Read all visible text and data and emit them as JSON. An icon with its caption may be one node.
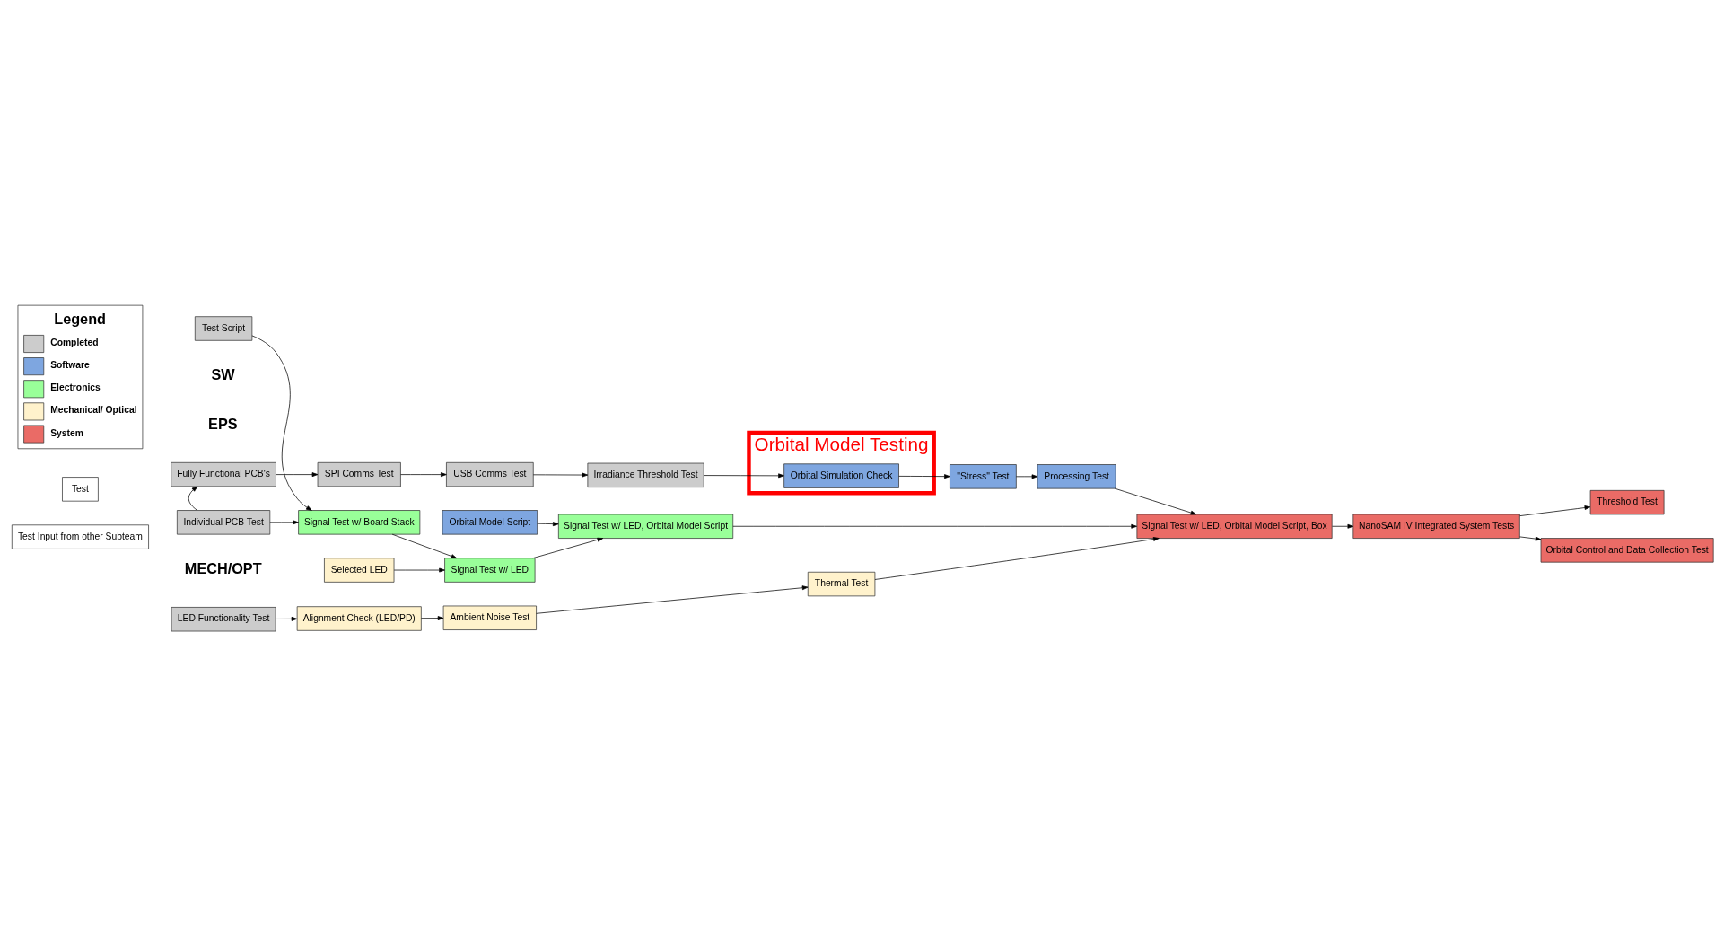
{
  "diagram": {
    "nodes": [
      {
        "text": [
          "Fully Functional PCB's"
        ]
      },
      {
        "text": [
          "SPI Comms Test"
        ]
      },
      {
        "text": [
          "USB Comms Test"
        ]
      },
      {
        "text": [
          "Irradiance Threshold Test"
        ]
      },
      {
        "text": [
          "Orbital Model Testing"
        ]
      },
      {
        "text": [
          "Orbital Simulation Check"
        ],
        "in": 4
      },
      {
        "text": [
          "\"Stress\" Test"
        ]
      },
      {
        "text": [
          "Processing Test"
        ]
      },
      {
        "text": [
          "Test Script"
        ]
      },
      {
        "text": [
          "Orbital Model Script"
        ]
      },
      {
        "text": [
          "Individual PCB Test"
        ]
      },
      {
        "text": [
          "Signal Test w/ Board Stack"
        ]
      },
      {
        "text": [
          "Signal Test w/ LED"
        ]
      },
      {
        "text": [
          "Signal Test w/ LED, Orbital Model Script"
        ]
      },
      {
        "text": [
          "Signal Test w/ LED, Orbital Model Script, Box"
        ]
      },
      {
        "text": [
          "Threshold Test"
        ]
      },
      {
        "text": [
          "NanoSAM IV Integrated System Tests"
        ]
      },
      {
        "text": [
          "Orbital Control and Data Collection Test"
        ]
      },
      {
        "text": [
          "Selected LED"
        ]
      },
      {
        "text": [
          "LED Functionality Test"
        ]
      },
      {
        "text": [
          "Alignment Check (LED/PD)"
        ]
      },
      {
        "text": [
          "Ambient Noise Test"
        ]
      },
      {
        "text": [
          "Thermal Test"
        ]
      },
      {
        "text": [
          "Test"
        ]
      },
      {
        "text": [
          "Test Input from other Subteam"
        ]
      }
    ],
    "edges": [
      {
        "from": 0,
        "to": 1,
        "arrow": "to"
      },
      {
        "from": 1,
        "to": 2,
        "arrow": "to"
      },
      {
        "from": 2,
        "to": 3,
        "arrow": "to"
      },
      {
        "from": 3,
        "to": 5,
        "arrow": "to"
      },
      {
        "from": 5,
        "to": 6,
        "arrow": "to"
      },
      {
        "from": 6,
        "to": 7,
        "arrow": "to"
      },
      {
        "from": 10,
        "to": 0,
        "arrow": "to"
      },
      {
        "from": 10,
        "to": 11,
        "arrow": "to"
      },
      {
        "from": 8,
        "to": 11,
        "arrow": "to"
      },
      {
        "from": 11,
        "to": 12,
        "arrow": "to"
      },
      {
        "from": 18,
        "to": 12,
        "arrow": "to"
      },
      {
        "from": 12,
        "to": 13,
        "arrow": "to"
      },
      {
        "from": 9,
        "to": 13,
        "arrow": "to"
      },
      {
        "from": 13,
        "to": 14,
        "arrow": "to"
      },
      {
        "from": 7,
        "to": 14,
        "arrow": "to"
      },
      {
        "from": 22,
        "to": 14,
        "arrow": "to"
      },
      {
        "from": 14,
        "to": 16,
        "arrow": "to"
      },
      {
        "from": 16,
        "to": 15,
        "arrow": "to"
      },
      {
        "from": 16,
        "to": 17,
        "arrow": "to"
      },
      {
        "from": 19,
        "to": 20,
        "arrow": "to"
      },
      {
        "from": 20,
        "to": 21,
        "arrow": "to"
      },
      {
        "from": 21,
        "to": 22,
        "arrow": "to"
      }
    ],
    "labels": [
      "Legend",
      "SW",
      "EPS",
      "MECH/OPT"
    ],
    "legend": [
      {
        "text": "Completed",
        "color": "#cccccc"
      },
      {
        "text": "Software",
        "color": "#7ea6e0"
      },
      {
        "text": "Electronics",
        "color": "#99ff99"
      },
      {
        "text": "Mechanical/ Optical",
        "color": "#fff2cc"
      },
      {
        "text": "System",
        "color": "#ea6b66"
      }
    ]
  }
}
